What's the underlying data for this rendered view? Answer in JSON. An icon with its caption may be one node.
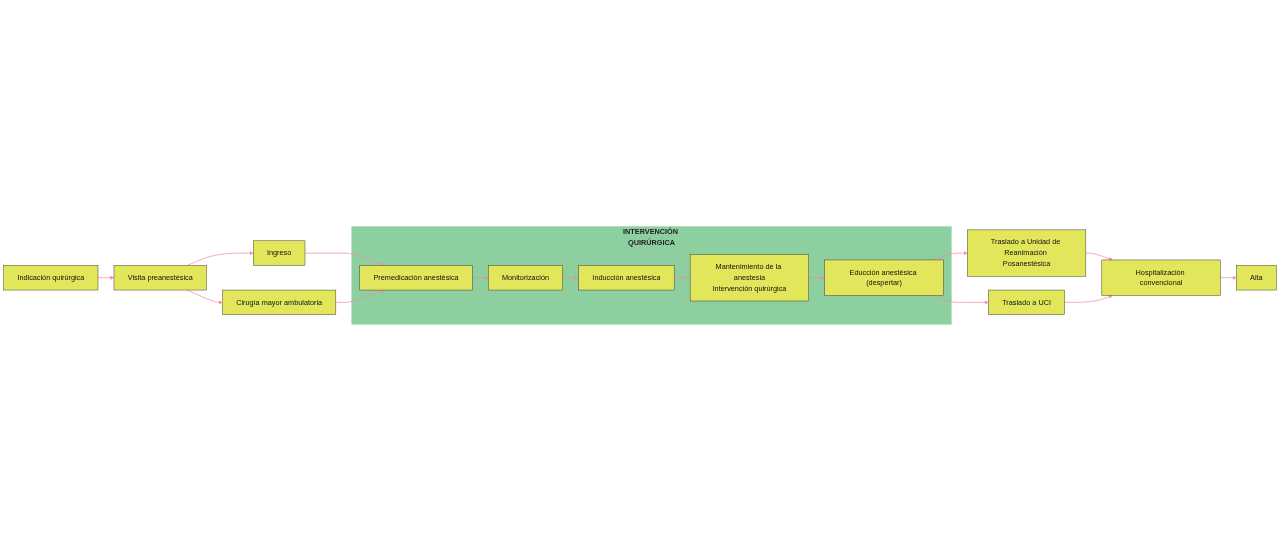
{
  "diagram": {
    "nodes": [
      {
        "text": [
          "Indicación quirúrgica"
        ]
      },
      {
        "text": [
          "Visita preanestésica"
        ]
      },
      {
        "text": [
          "Ingreso"
        ]
      },
      {
        "text": [
          "Cirugía mayor ambulatoria"
        ]
      },
      {
        "text": [
          "Alta"
        ]
      },
      {
        "text": [
          "Hospitalización convencional"
        ]
      },
      {
        "text": [
          "Traslado a Unidad de Reanimación Posanestésica"
        ]
      },
      {
        "text": [
          "Traslado a UCI"
        ]
      },
      {
        "text": [
          "INTERVENCIÓN QUIRÚRGICA"
        ]
      },
      {
        "text": [
          "Premedicación anestésica"
        ],
        "in": 8
      },
      {
        "text": [
          "Monitorización"
        ],
        "in": 8
      },
      {
        "text": [
          "Inducción anestésica"
        ],
        "in": 8
      },
      {
        "text": [
          "Mantenimiento de la anestesia",
          "Intervención quirúrgica"
        ],
        "in": 8
      },
      {
        "text": [
          "Educción anestésica (despertar)"
        ],
        "in": 8
      }
    ],
    "edges": [
      {
        "from": 0,
        "to": 1,
        "arrow": "to"
      },
      {
        "from": 1,
        "to": 2,
        "arrow": "to"
      },
      {
        "from": 1,
        "to": 3,
        "arrow": "to"
      },
      {
        "from": 2,
        "to": 9,
        "arrow": "to"
      },
      {
        "from": 3,
        "to": 9,
        "arrow": "to"
      },
      {
        "from": 9,
        "to": 10,
        "arrow": "to"
      },
      {
        "from": 10,
        "to": 11,
        "arrow": "to"
      },
      {
        "from": 11,
        "to": 12,
        "arrow": "to"
      },
      {
        "from": 12,
        "to": 13,
        "arrow": "to"
      },
      {
        "from": 13,
        "to": 6,
        "arrow": "to"
      },
      {
        "from": 13,
        "to": 7,
        "arrow": "to"
      },
      {
        "from": 6,
        "to": 5,
        "arrow": "to"
      },
      {
        "from": 7,
        "to": 5,
        "arrow": "to"
      },
      {
        "from": 5,
        "to": 4,
        "arrow": "to"
      }
    ]
  }
}
